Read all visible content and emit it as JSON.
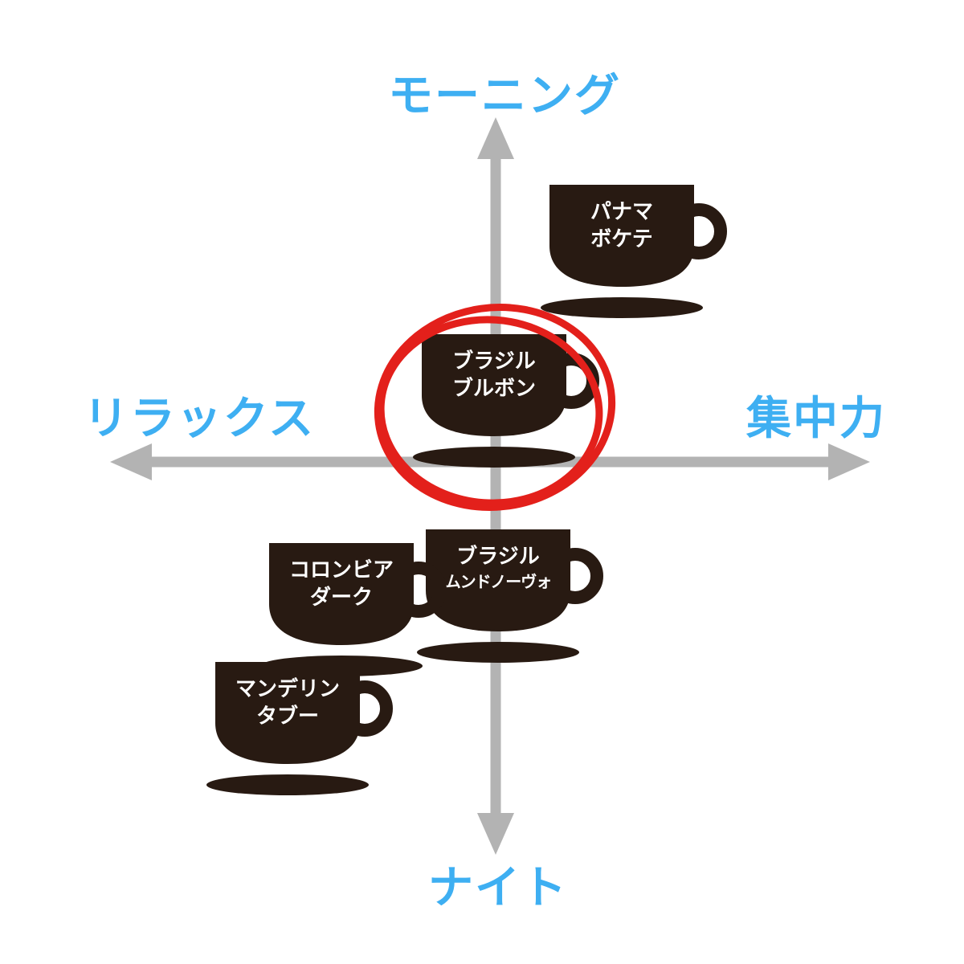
{
  "diagram": {
    "type": "quadrant-map",
    "axes": {
      "top": "モーニング",
      "bottom": "ナイト",
      "left": "リラックス",
      "right": "集中力"
    },
    "cups": [
      {
        "line1": "パナマ",
        "line2": "ボケテ",
        "quadrant": "top-right (morning x focus)",
        "highlighted": false
      },
      {
        "line1": "ブラジル",
        "line2": "ブルボン",
        "quadrant": "center, slightly morning",
        "highlighted": true
      },
      {
        "line1": "コロンビア",
        "line2": "ダーク",
        "quadrant": "bottom-left (night x relax)",
        "highlighted": false
      },
      {
        "line1": "ブラジル",
        "line2": "ムンドノーヴォ",
        "quadrant": "bottom-center (night)",
        "highlighted": false
      },
      {
        "line1": "マンデリン",
        "line2": "タブー",
        "quadrant": "bottom-left far (night x relax)",
        "highlighted": false
      }
    ],
    "colors": {
      "axis_label": "#3eaff2",
      "axis_line": "#b3b3b3",
      "cup_fill": "#281a12",
      "cup_text": "#ffffff",
      "highlight_stroke": "#e3201b"
    }
  }
}
